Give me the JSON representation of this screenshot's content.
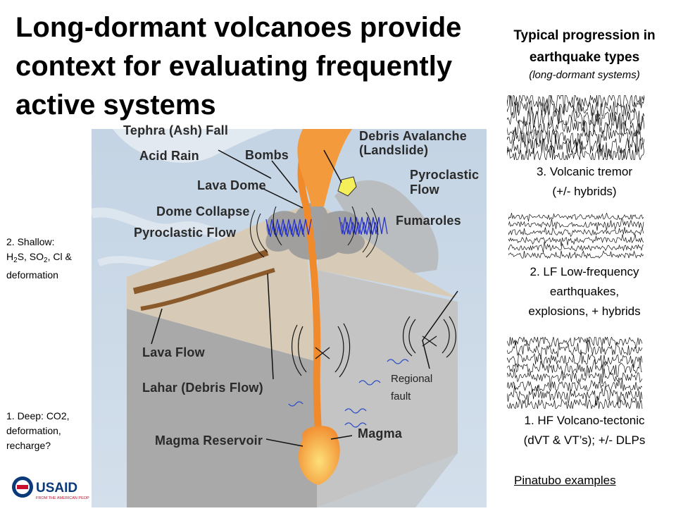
{
  "title": "Long-dormant volcanoes provide context for evaluating frequently active systems",
  "side_panel": {
    "title": "Typical progression in earthquake types",
    "subtitle": "(long-dormant systems)",
    "stages": [
      {
        "caption_line1": "3. Volcanic tremor",
        "caption_line2": "(+/- hybrids)"
      },
      {
        "caption_line1": "2. LF Low-frequency",
        "caption_line2": "earthquakes,",
        "caption_line3": "explosions, + hybrids"
      },
      {
        "caption_line1": "1. HF Volcano-tectonic",
        "caption_line2": "(dVT & VT’s); +/- DLPs"
      }
    ],
    "footer_link": "Pinatubo examples"
  },
  "left_notes": {
    "shallow": {
      "line1": "2. Shallow:",
      "h2s_base": "H",
      "h2s_sub": "2",
      "h2s_rest": "S, SO",
      "so2_sub": "2",
      "so2_rest": ", Cl &",
      "line3": "deformation"
    },
    "deep": {
      "line1": "1. Deep:  CO2,",
      "line2": "deformation,",
      "line3": "recharge?"
    }
  },
  "diagram": {
    "labels": {
      "tephra": "Tephra (Ash) Fall",
      "acid_rain": "Acid Rain",
      "bombs": "Bombs",
      "debris_avalanche_1": "Debris Avalanche",
      "debris_avalanche_2": "(Landslide)",
      "lava_dome": "Lava Dome",
      "pyroclastic_flow_right_1": "Pyroclastic",
      "pyroclastic_flow_right_2": "Flow",
      "dome_collapse": "Dome Collapse",
      "pyroclastic_flow_left": "Pyroclastic Flow",
      "fumaroles": "Fumaroles",
      "lava_flow": "Lava Flow",
      "lahar": "Lahar (Debris Flow)",
      "magma_reservoir": "Magma Reservoir",
      "magma": "Magma",
      "regional_fault_1": "Regional",
      "regional_fault_2": "fault"
    }
  },
  "logo": {
    "name": "USAID",
    "tagline": "FROM THE AMERICAN PEOPLE"
  },
  "colors": {
    "sky": "#c9d8e6",
    "magma": "#f39a3c",
    "crust_front": "#a9a9a9",
    "crust_side": "#cfcfcf",
    "tremor_blue": "#2a36c8"
  }
}
